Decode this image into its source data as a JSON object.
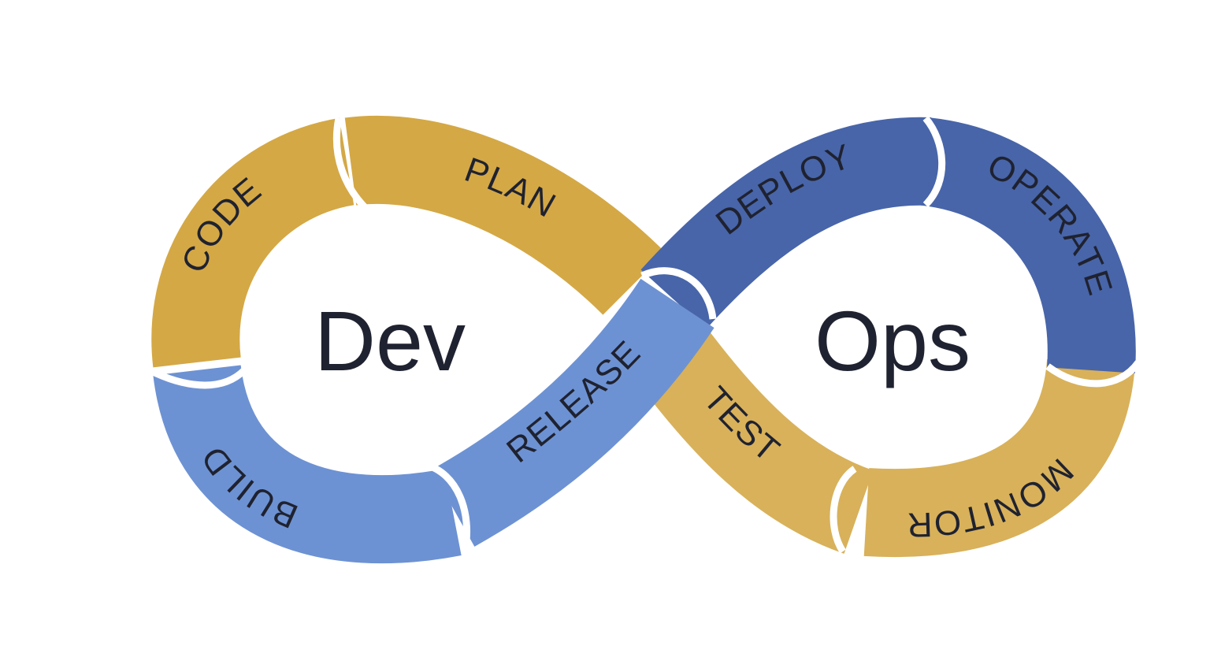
{
  "center": {
    "left_word": "Dev",
    "right_word": "Ops"
  },
  "stages": {
    "plan": "PLAN",
    "code": "CODE",
    "build": "BUILD",
    "release": "RELEASE",
    "test": "TEST",
    "monitor": "MONITOR",
    "operate": "OPERATE",
    "deploy": "DEPLOY"
  },
  "colors": {
    "gold": "#d4a845",
    "gold_light": "#d8b15a",
    "light_blue": "#6d92d3",
    "dark_blue": "#4865a9",
    "text": "#1f2230",
    "background": "#ffffff"
  }
}
